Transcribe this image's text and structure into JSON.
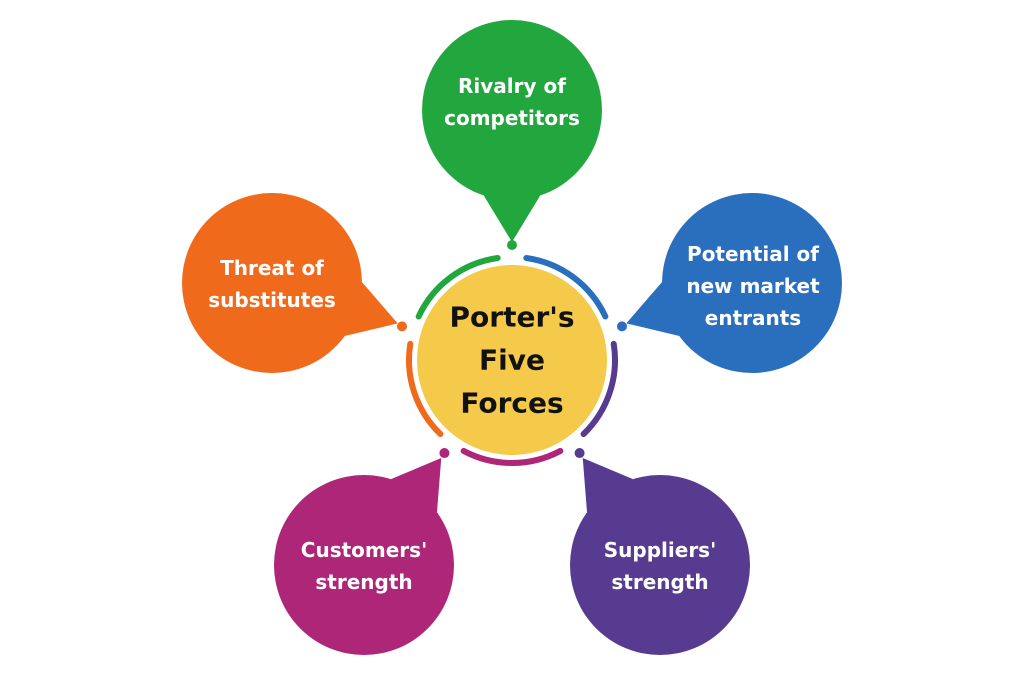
{
  "center": {
    "lines": [
      "Porter's",
      "Five",
      "Forces"
    ],
    "color": "#f5c94a"
  },
  "forces": [
    {
      "id": "rivalry",
      "lines": [
        "Rivalry of",
        "competitors"
      ],
      "color": "#22a73f"
    },
    {
      "id": "new-entrants",
      "lines": [
        "Potential of",
        "new market",
        "entrants"
      ],
      "color": "#2a6fbd"
    },
    {
      "id": "suppliers",
      "lines": [
        "Suppliers'",
        "strength"
      ],
      "color": "#573b91"
    },
    {
      "id": "customers",
      "lines": [
        "Customers'",
        "strength"
      ],
      "color": "#ad2677"
    },
    {
      "id": "substitutes",
      "lines": [
        "Threat of",
        "substitutes"
      ],
      "color": "#f06a1c"
    }
  ]
}
